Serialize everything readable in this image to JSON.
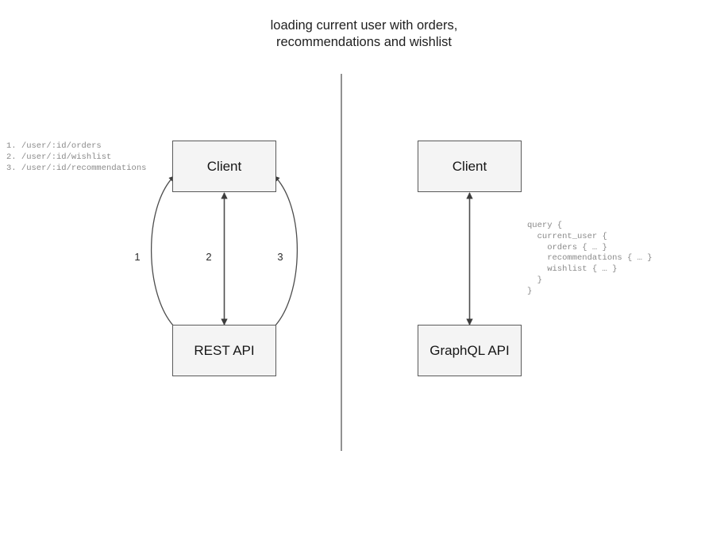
{
  "title": {
    "text": "loading current user with orders,\nrecommendations and wishlist"
  },
  "colors": {
    "background": "#ffffff",
    "node_fill": "#f4f4f4",
    "node_border": "#5a5a5a",
    "edge_stroke": "#4d4d4d",
    "divider": "#6e6e6e",
    "annotation_text": "#8a8a8a",
    "label_text": "#2b2b2b"
  },
  "left_panel": {
    "nodes": {
      "client": "Client",
      "api": "REST API"
    },
    "edge_labels": [
      "1",
      "2",
      "3"
    ],
    "endpoints": "1. /user/:id/orders\n2. /user/:id/wishlist\n3. /user/:id/recommendations",
    "endpoint_items": [
      {
        "number": "1.",
        "path": "/user/:id/orders"
      },
      {
        "number": "2.",
        "path": "/user/:id/wishlist"
      },
      {
        "number": "3.",
        "path": "/user/:id/recommendations"
      }
    ]
  },
  "right_panel": {
    "nodes": {
      "client": "Client",
      "api": "GraphQL API"
    },
    "query": "query {\n  current_user {\n    orders { … }\n    recommendations { … }\n    wishlist { … }\n  }\n}",
    "query_lines": [
      "query {",
      "  current_user {",
      "    orders { … }",
      "    recommendations { … }",
      "    wishlist { … }",
      "  }",
      "}"
    ]
  }
}
